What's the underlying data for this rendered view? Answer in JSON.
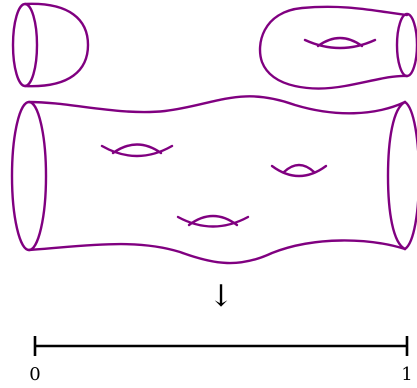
{
  "colors": {
    "surface_stroke": "#800080",
    "axis_stroke": "#000000",
    "background": "#ffffff"
  },
  "pieces": [
    {
      "name": "cap-piece",
      "genus": 0
    },
    {
      "name": "handle-piece",
      "genus": 1
    },
    {
      "name": "main-cobordism",
      "genus": 3
    }
  ],
  "map_arrow": {
    "glyph": "↓"
  },
  "interval": {
    "start_label": "0",
    "end_label": "1"
  }
}
